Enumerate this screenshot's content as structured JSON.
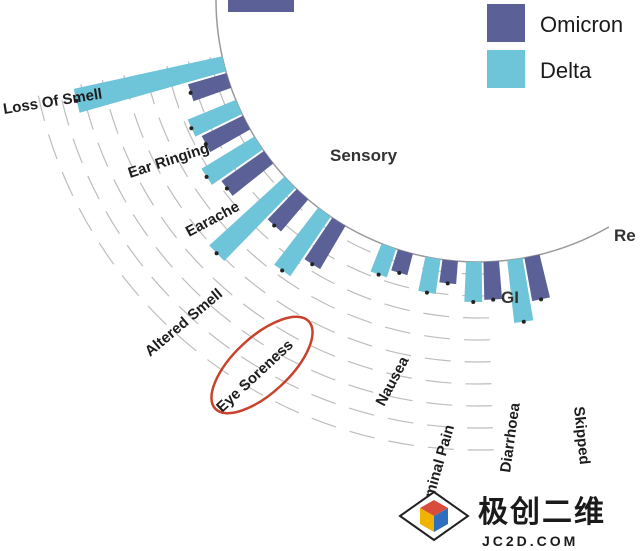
{
  "chart_data": {
    "type": "bar",
    "polar": true,
    "legend": {
      "placement": "top-right",
      "entries": [
        {
          "name": "Omicron",
          "color": "#5b6196"
        },
        {
          "name": "Delta",
          "color": "#6ec4d8"
        }
      ]
    },
    "groups": [
      {
        "name": "Sensory"
      },
      {
        "name": "GI"
      },
      {
        "name": "Re"
      }
    ],
    "categories": [
      "Loss Of Smell",
      "Ear Ringing",
      "Earache",
      "Altered Smell",
      "Eye Soreness",
      "Nausea",
      "Abdominal Pain",
      "Diarrhoea",
      "Skipped"
    ],
    "category_labels_visible": [
      "Loss Of Smell",
      "Ear Ringing",
      "Earache",
      "Altered Smell",
      "Eye Soreness",
      "Nausea",
      "bdominal Pain",
      "Diarrhoea",
      "Skipped"
    ],
    "series": [
      {
        "name": "Delta",
        "values": [
          152,
          52,
          62,
          102,
          72,
          30,
          35,
          40,
          63
        ]
      },
      {
        "name": "Omicron",
        "values": [
          40,
          46,
          52,
          42,
          50,
          22,
          23,
          38,
          44
        ]
      }
    ],
    "highlighted_category": "Eye Soreness",
    "highlight_color": "#c8422c",
    "grid": "concentric rings"
  },
  "watermark": {
    "text_cn": "极创二维",
    "text_url": "JC2D.COM"
  }
}
